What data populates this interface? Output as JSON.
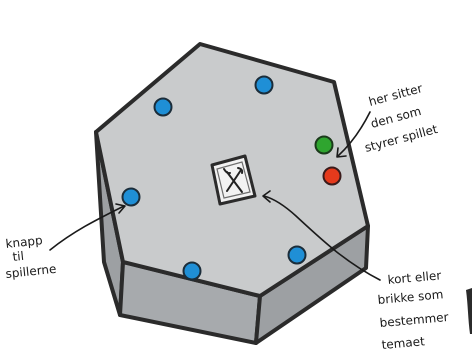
{
  "annotations": {
    "player_buttons": [
      "knapp",
      "til",
      "spillerne"
    ],
    "game_master": [
      "her sitter",
      "den som",
      "styrer spillet"
    ],
    "center_card": [
      "kort eller",
      "brikke som",
      "bestemmer",
      "temaet"
    ]
  },
  "colors": {
    "board_top": "#c9cbcc",
    "board_side": "#9da0a3",
    "outline": "#2b2b2b",
    "player_button": "#1f8fd6",
    "green_button": "#2fa52f",
    "red_button": "#e53a1c",
    "card": "#f2f2f2"
  },
  "icons": {
    "center_card": "crossed-cutlery-icon"
  }
}
